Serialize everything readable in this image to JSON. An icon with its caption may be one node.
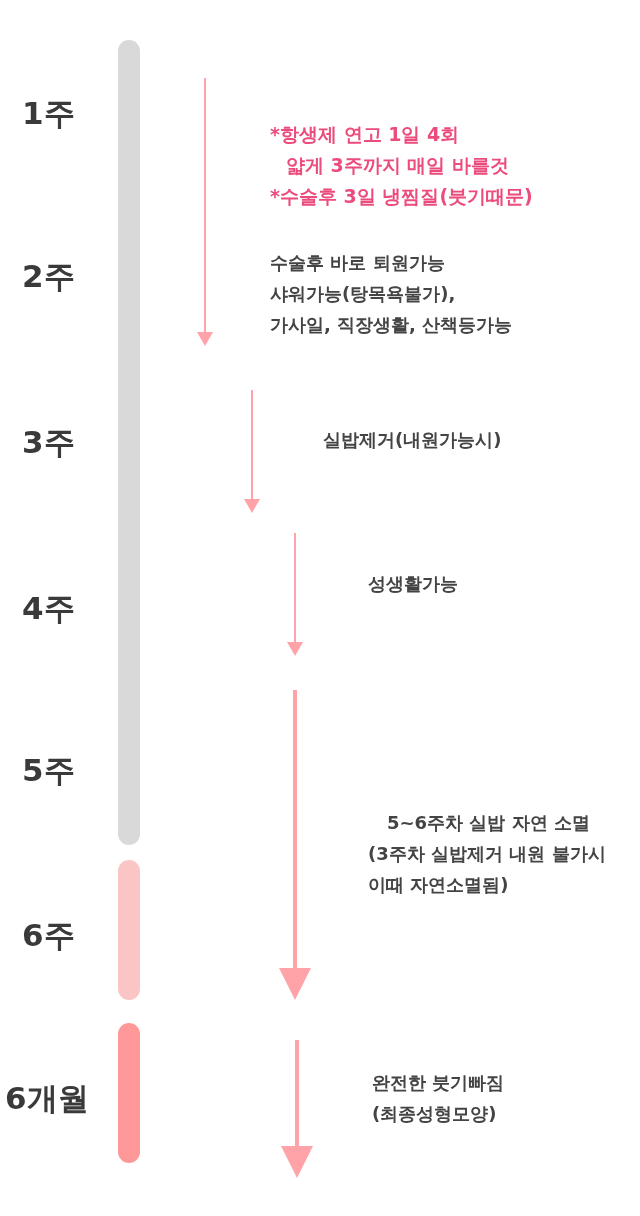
{
  "diagram": {
    "nodes": [
      {
        "text": [],
        "shape": "bar"
      },
      {
        "text": [],
        "shape": "bar"
      },
      {
        "text": [],
        "shape": "bar"
      }
    ],
    "labels": [
      "1주",
      "*항생제 연고 1일 4회",
      "얇게 3주까지 매일 바를것",
      "*수술후 3일 냉찜질(붓기때문)",
      "2주",
      "수술후 바로 퇴원가능",
      "샤워가능(탕목욕불가),",
      "가사일, 직장생활, 산책등가능",
      "3주",
      "실밥제거(내원가능시)",
      "4주",
      "성생활가능",
      "5주",
      "5~6주차 실밥 자연 소멸",
      "(3주차 실밥제거 내원 불가시",
      "이때 자연소멸됨)",
      "6주",
      "6개월",
      "완전한 붓기빠짐",
      "(최종성형모양)"
    ]
  }
}
